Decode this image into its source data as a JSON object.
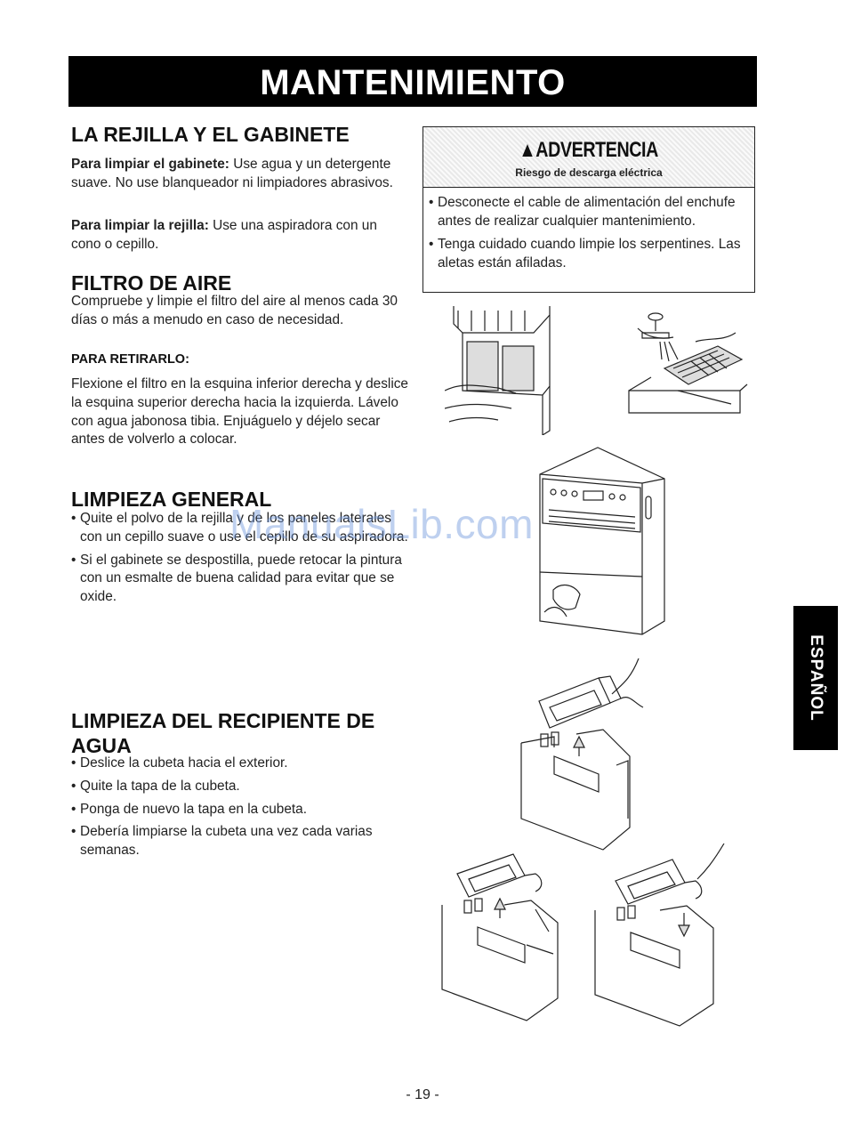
{
  "banner": "MANTENIMIENTO",
  "section1": {
    "title": "LA REJILLA Y EL GABINETE",
    "p1_label": "Para limpiar el gabinete:",
    "p1_text": " Use agua y un detergente suave.  No use blanqueador ni limpiadores abrasivos.",
    "p2_label": "Para limpiar la rejilla:",
    "p2_text": " Use una aspiradora con un cono o cepillo."
  },
  "section2": {
    "title": "FILTRO DE AIRE",
    "p1": "Compruebe y limpie el filtro del aire al menos cada 30 días o más a menudo en caso de necesidad.",
    "subtitle": "PARA RETIRARLO:",
    "p2": "Flexione el filtro en la esquina inferior derecha y deslice la esquina superior derecha hacia la izquierda.  Lávelo con agua jabonosa tibia. Enjuáguelo y déjelo secar antes de volverlo a colocar."
  },
  "section3": {
    "title": "LIMPIEZA GENERAL",
    "bullets": [
      "Quite el polvo de la rejilla y de los paneles laterales con un cepillo suave o use el cepillo de su aspiradora.",
      "Si el gabinete se despostilla, puede retocar la pintura con un esmalte de buena calidad para evitar que se oxide."
    ]
  },
  "section4": {
    "title": "LIMPIEZA DEL RECIPIENTE DE AGUA",
    "bullets": [
      "Deslice la cubeta hacia el exterior.",
      "Quite la tapa de la cubeta.",
      "Ponga de nuevo la tapa en la cubeta.",
      "Debería limpiarse la cubeta una vez cada varias semanas."
    ]
  },
  "warning": {
    "title": "ADVERTENCIA",
    "subtitle": "Riesgo de descarga eléctrica",
    "bullets": [
      "Desconecte el cable de alimentación del enchufe antes de realizar cualquier mantenimiento.",
      "Tenga cuidado cuando limpie los serpentines. Las aletas están afiladas."
    ]
  },
  "side_tab": "ESPAÑOL",
  "page_number": "- 19 -",
  "watermark": "ManualsLib.com"
}
